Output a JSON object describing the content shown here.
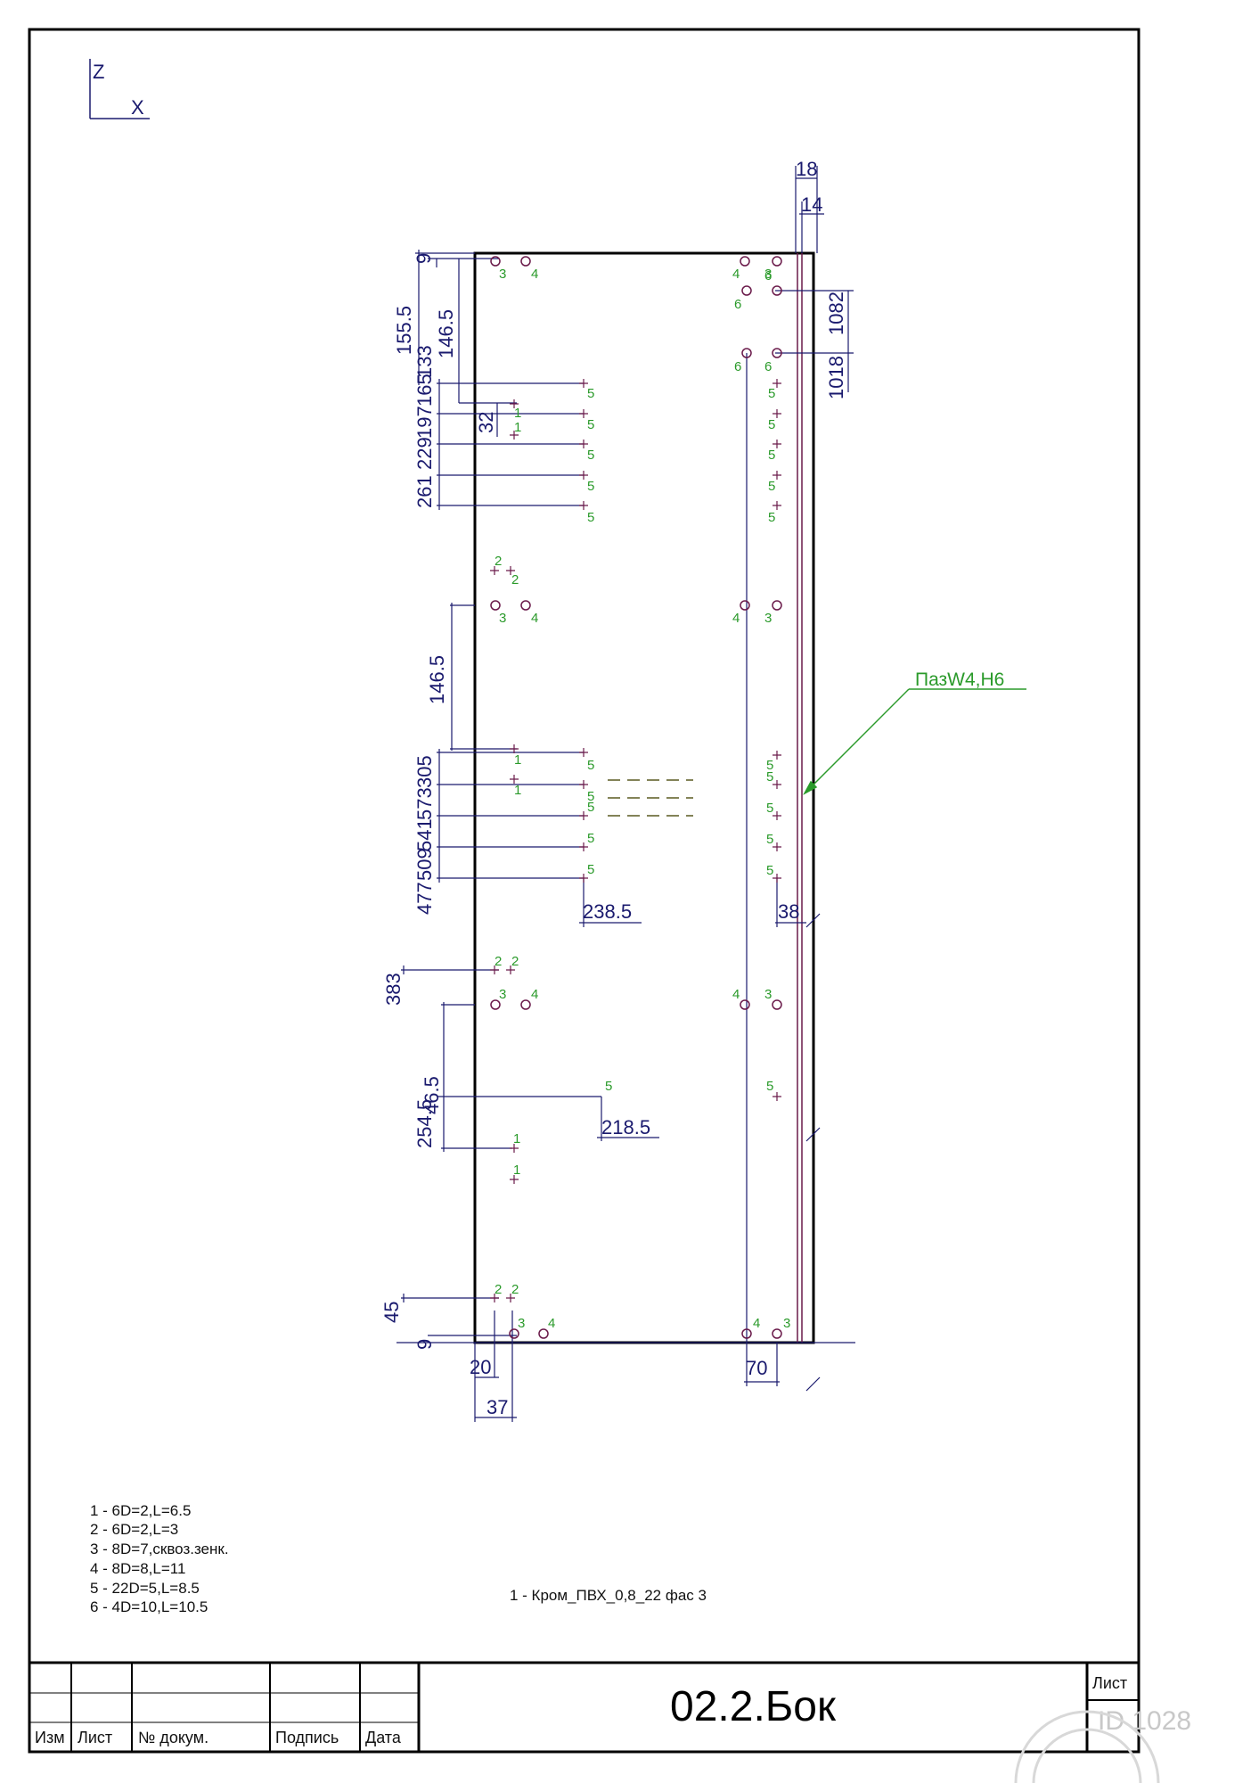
{
  "axes": {
    "z": "Z",
    "x": "X"
  },
  "dimensions": {
    "top": {
      "w18": "18",
      "w14": "14",
      "h9": "9",
      "h155_5": "155.5",
      "h146_5": "146.5",
      "h1082": "1082",
      "h1018": "1018"
    },
    "upper_group": {
      "d133": "133",
      "d165": "165",
      "d197": "197",
      "d229": "229",
      "d261": "261",
      "d32": "32"
    },
    "middle_group": {
      "d146_5": "146.5",
      "d305": "305",
      "d573": "573",
      "d541": "541",
      "d509": "509",
      "d477": "477",
      "d238_5": "238.5",
      "d38": "38"
    },
    "lower_group": {
      "d383": "383",
      "d46_5": "46.5",
      "d254_5": "254.5",
      "d218_5": "218.5"
    },
    "bottom": {
      "d45": "45",
      "d9": "9",
      "d20": "20",
      "d37": "37",
      "d70": "70"
    }
  },
  "callout": "ПазW4,H6",
  "legend": [
    "1 - 6D=2,L=6.5",
    "2 - 6D=2,L=3",
    "3 - 8D=7,сквоз.зенк.",
    "4 - 8D=8,L=11",
    "5 - 22D=5,L=8.5",
    "6 - 4D=10,L=10.5"
  ],
  "edge_note": "1 - Кром_ПВХ_0,8_22 фас 3",
  "title_block": {
    "title": "02.2.Бок",
    "headers": [
      "Изм",
      "Лист",
      "№ докум.",
      "Подпись",
      "Дата"
    ],
    "sheet_label": "Лист",
    "watermark": "ID 1028"
  },
  "colors": {
    "frame": "#000000",
    "dimension": "#1a1a6e",
    "label": "#2a9a2a",
    "hole": "#6a1a4a"
  }
}
